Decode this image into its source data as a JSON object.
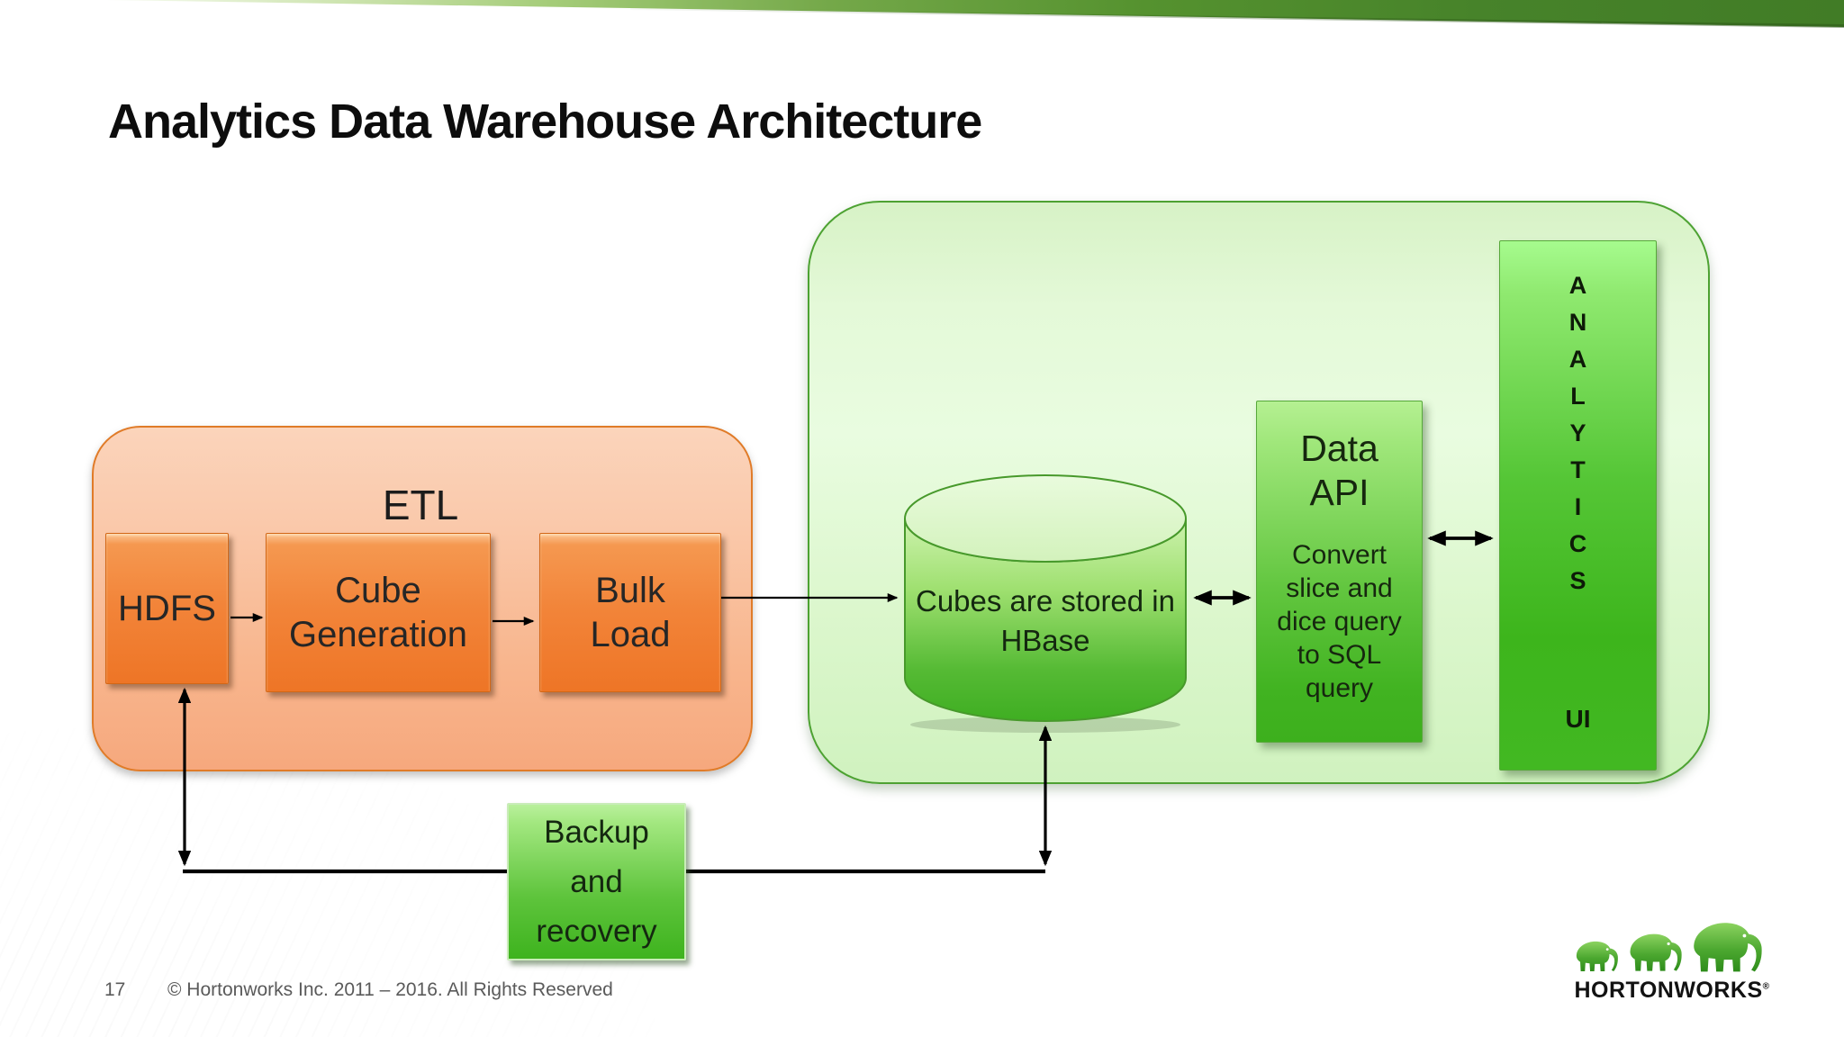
{
  "slide": {
    "title": "Analytics Data Warehouse Architecture",
    "page_number": "17",
    "copyright": "© Hortonworks Inc. 2011 – 2016. All Rights Reserved"
  },
  "brand": {
    "wordmark": "HORTONWORKS",
    "registered_mark": "®",
    "logo_icon": "three-elephants-icon"
  },
  "diagram": {
    "etl": {
      "label": "ETL",
      "hdfs": {
        "label": "HDFS"
      },
      "cube_generation": {
        "line1": "Cube",
        "line2": "Generation"
      },
      "bulk_load": {
        "line1": "Bulk",
        "line2": "Load"
      }
    },
    "warehouse": {
      "hbase_cylinder": {
        "line1": "Cubes are stored in",
        "line2": "HBase"
      },
      "data_api": {
        "title_line1": "Data",
        "title_line2": "API",
        "body_line1": "Convert",
        "body_line2": "slice and",
        "body_line3": "dice query",
        "body_line4": "to SQL",
        "body_line5": "query"
      },
      "analytics_ui": {
        "letters": [
          "A",
          "N",
          "A",
          "L",
          "Y",
          "T",
          "I",
          "C",
          "S"
        ],
        "ui_label": "UI"
      }
    },
    "backup": {
      "line1": "Backup",
      "line2": "and",
      "line3": "recovery"
    }
  },
  "colors": {
    "ribbon_green": "#47832A",
    "orange_accent": "#ED7D31",
    "orange_border": "#E07B28",
    "green_accent": "#3DB51C",
    "green_border": "#4DA232",
    "light_green_fill": "#E4F9D8",
    "light_orange_fill": "#FAC9AB",
    "arrow_black": "#000000",
    "footer_gray": "#5A5A5A"
  }
}
